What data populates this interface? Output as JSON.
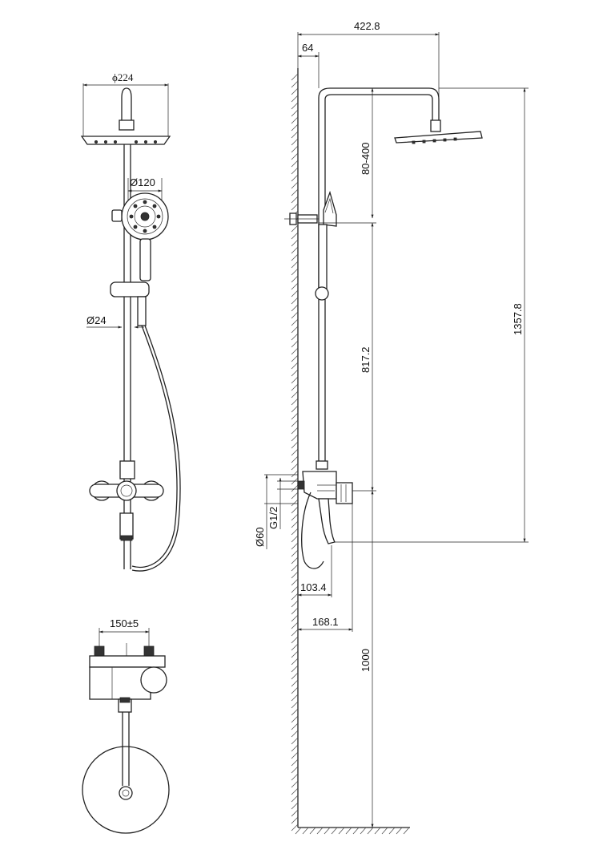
{
  "front_view": {
    "head_diameter": "ϕ224",
    "handshower_diameter": "Ø120",
    "rail_diameter": "Ø24"
  },
  "top_view": {
    "inlet_spacing": "150±5"
  },
  "side_view": {
    "overall_reach": "422.8",
    "wall_offset": "64",
    "arm_drop": "80-400",
    "overall_height": "1357.8",
    "rail_length": "817.2",
    "thread": "G1/2",
    "escutcheon": "Ø60",
    "spout_projection": "103.4",
    "valve_projection": "168.1",
    "mount_height": "1000"
  }
}
